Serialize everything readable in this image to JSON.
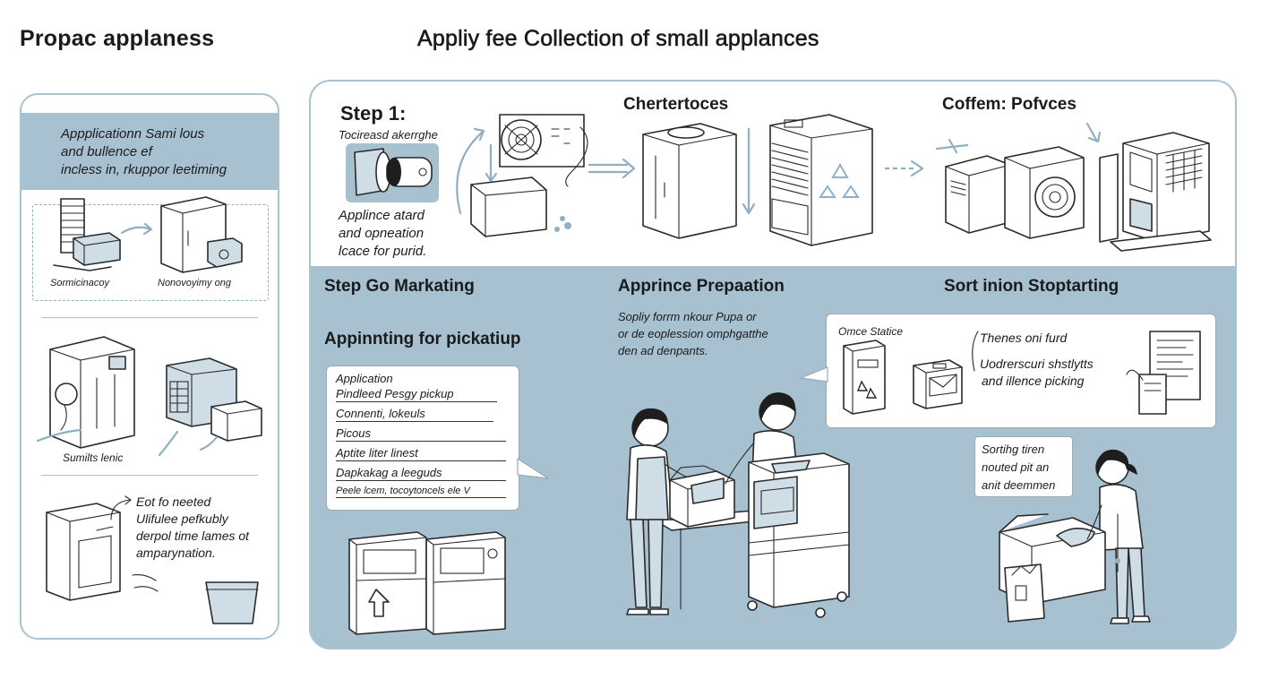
{
  "header": {
    "left_title": "Propac applaness",
    "main_title": "Appliy fee Collection of small applances"
  },
  "left_panel": {
    "band_text": [
      "Appplicationn Sami lous",
      "and bullence ef",
      "incless in, rkuppor leetiming"
    ],
    "label_a": "Sormicinacoy",
    "label_b": "Nonovoyimy ong",
    "label_c": "Sumilts lenic",
    "note": [
      "Eot fo neeted",
      "Ulifulee pefkubly",
      "derpol time lames ot",
      "amparynation."
    ]
  },
  "top_band": {
    "step1_title": "Step 1:",
    "step1_sub": "Tocireasd akerrghe",
    "step1_caption": [
      "Applince atard",
      "and opneation",
      "lcace for purid."
    ],
    "mid_title": "Chertertoces",
    "right_title": "Coffem: Pofvces"
  },
  "lower": {
    "marketing_title": "Step Go Markating",
    "prep_title": "Apprince Prepaation",
    "sort_title": "Sort inion Stoptarting",
    "pickup_title": "Appinnting for pickatiup",
    "pickup_card": {
      "heading": "Application",
      "lines": [
        "Pindleed Pesgy pickup",
        "Connenti, lokeuls",
        "Picous",
        "Aptite liter linest",
        "Dapkakag a leeguds",
        "Peele lcem, tocoytoncels ele V"
      ]
    },
    "prep_text": [
      "Sopliy forrm nkour Pupa or",
      "or de eoplession omphgatthe",
      "den ad denpants."
    ],
    "sort_card": {
      "label_left": "Omce Statice",
      "line1": "Thenes oni furd",
      "line2": "Uodrerscuri shstlytts",
      "line3": "and illence picking"
    },
    "sorting_note": [
      "Sortihg tiren",
      "nouted pit an",
      "anit deemmen"
    ]
  }
}
